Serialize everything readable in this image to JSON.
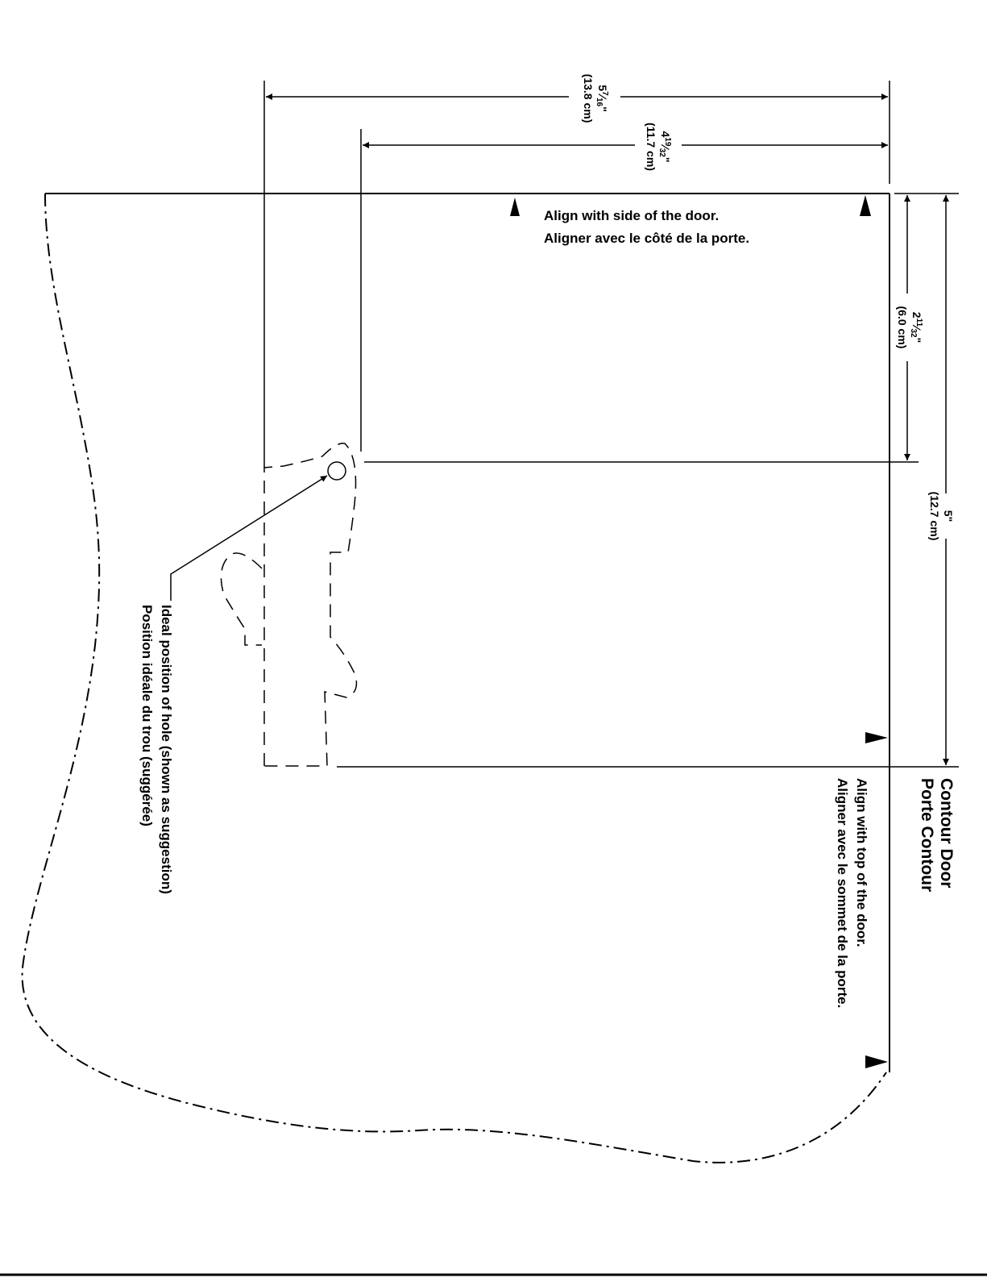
{
  "dimensions": {
    "d1_whole": "5",
    "d1_num": "7",
    "d1_den": "16",
    "d1_cm": "(13.8 cm)",
    "d2_whole": "4",
    "d2_num": "19",
    "d2_den": "32",
    "d2_cm": "(11.7 cm)",
    "d3_whole": "2",
    "d3_num": "11",
    "d3_den": "32",
    "d3_cm": "(6.0 cm)",
    "d4_main": "5\"",
    "d4_cm": "(12.7 cm)"
  },
  "labels": {
    "side_en": "Align with side of the door.",
    "side_fr": "Aligner avec le côté de la porte.",
    "top_en": "Align with top of the door.",
    "top_fr": "Aligner avec le sommet de la porte.",
    "hole_en": "Ideal position of hole (shown as suggestion)",
    "hole_fr": "Position idéale du trou (suggérée)",
    "title_en": "Contour Door",
    "title_fr": "Porte Contour"
  }
}
